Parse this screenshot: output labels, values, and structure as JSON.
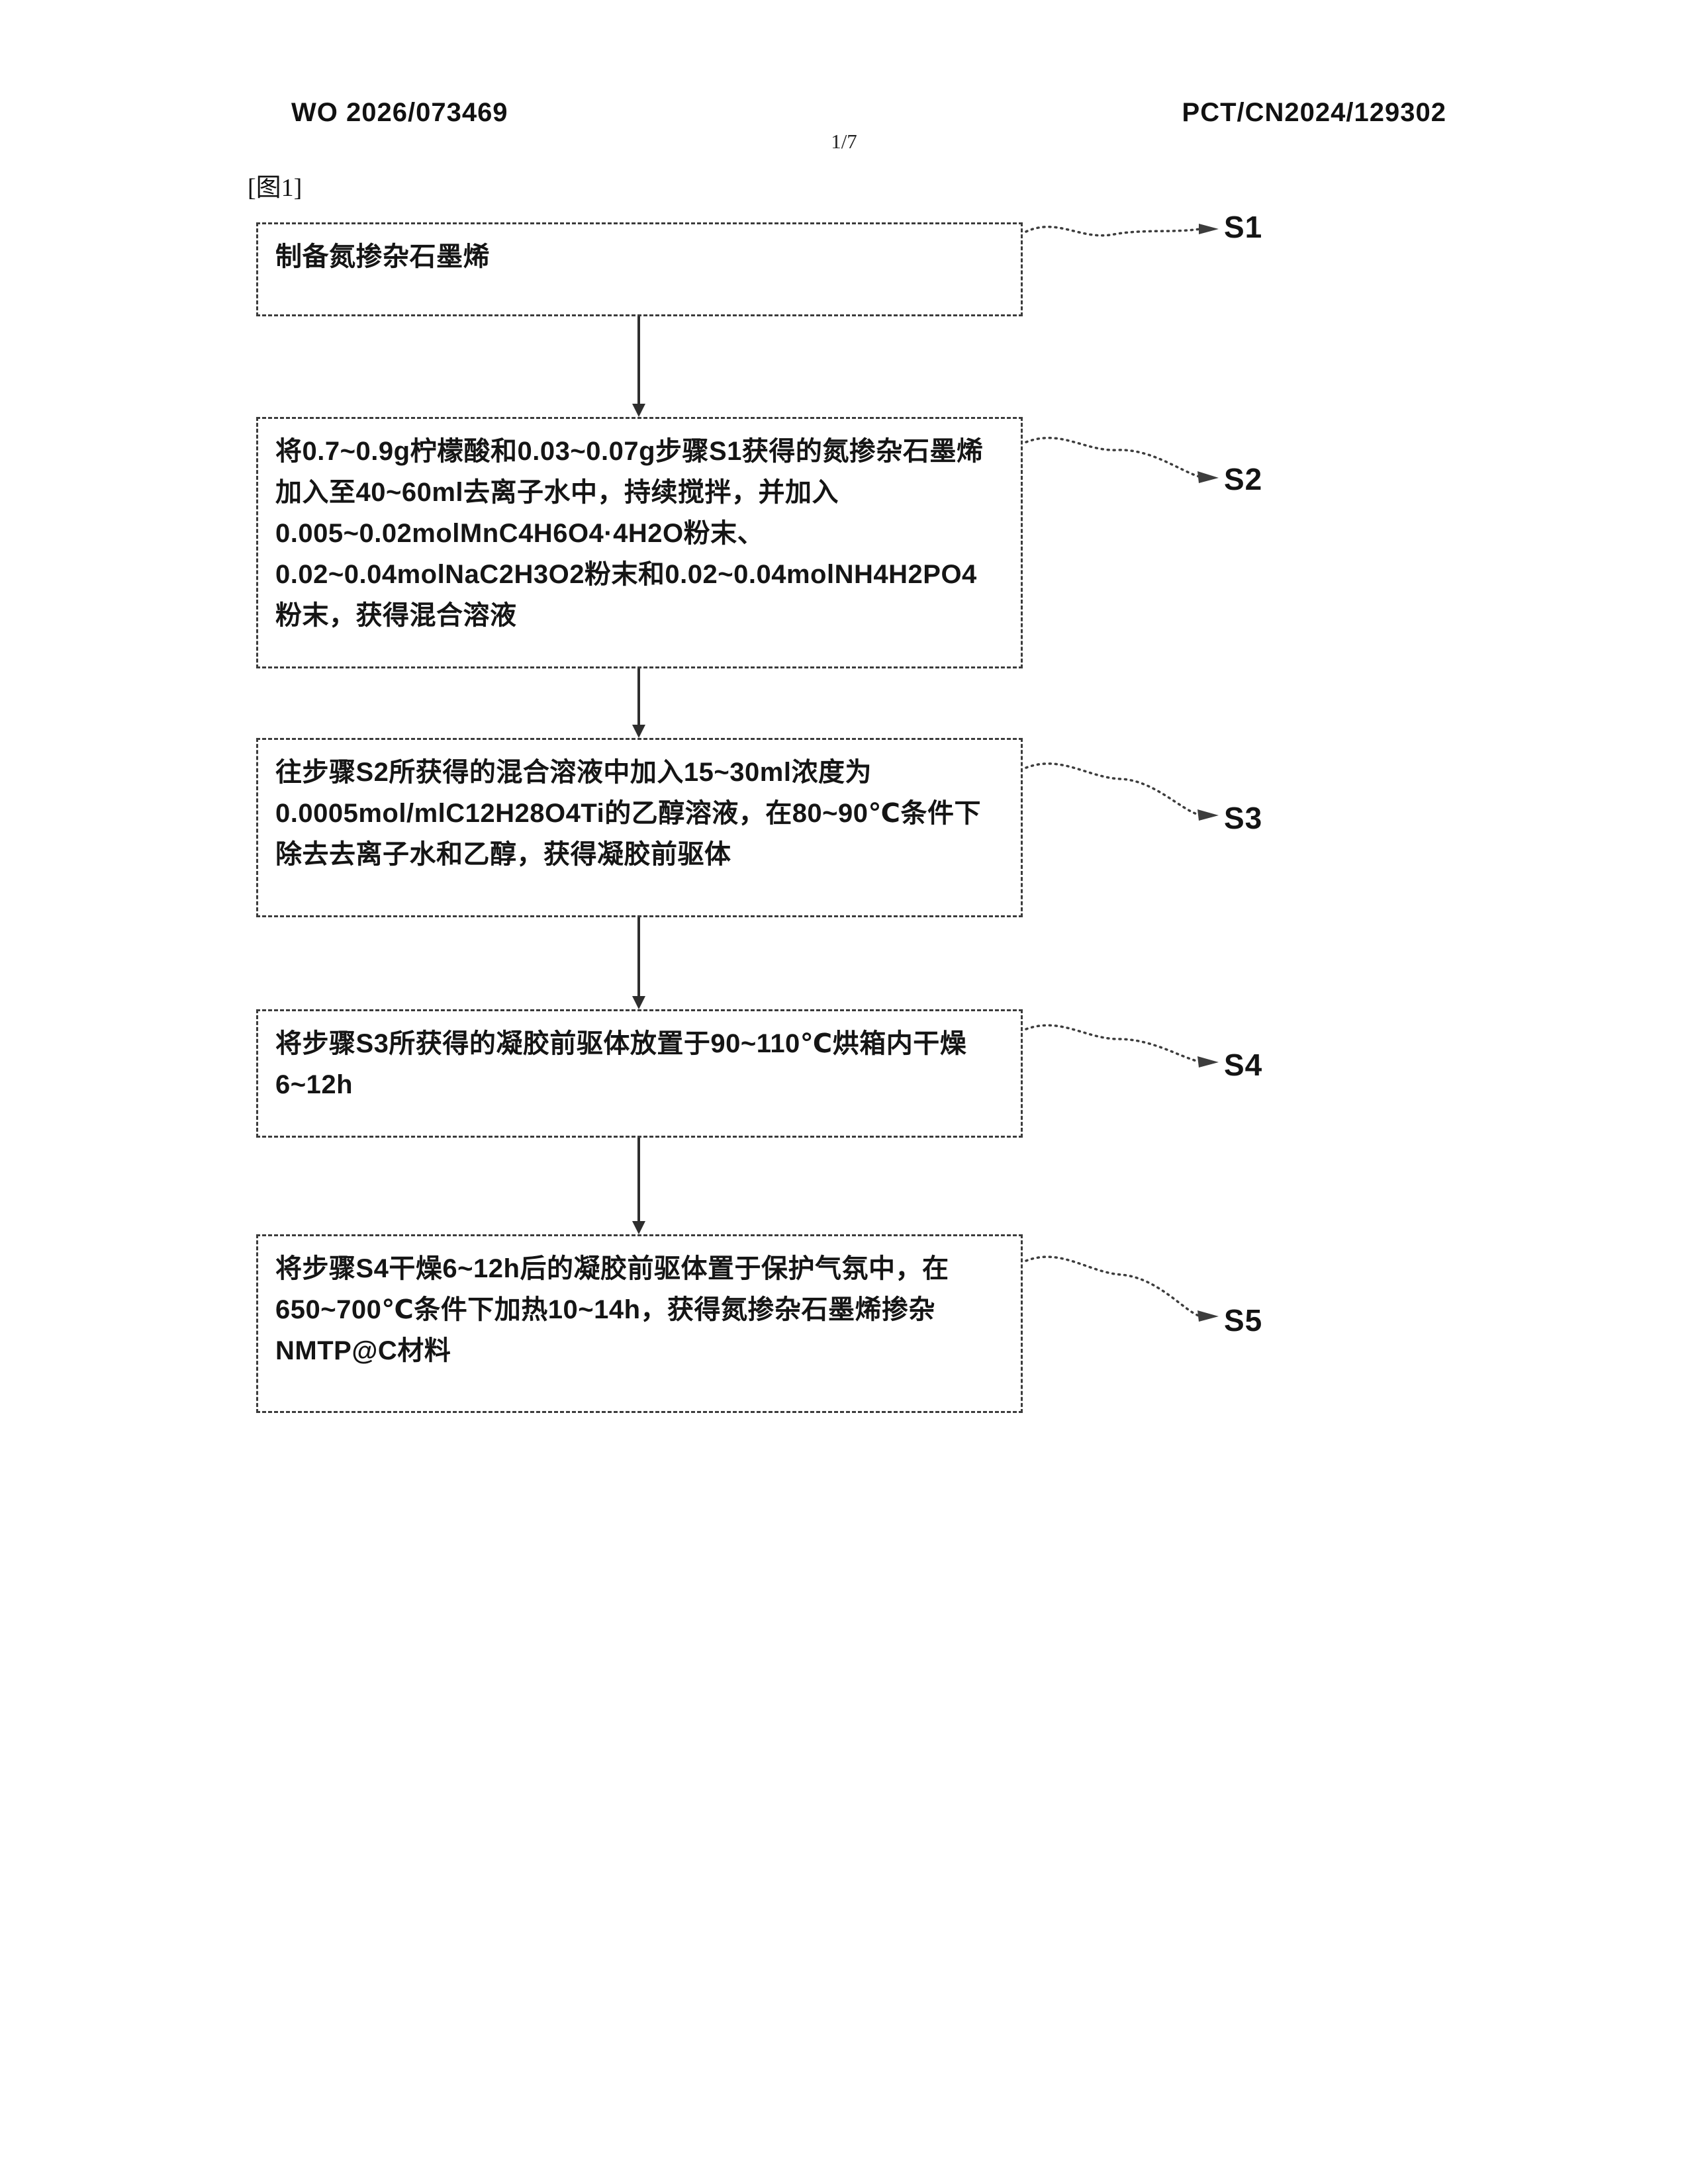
{
  "header": {
    "publication_number": "WO 2026/073469",
    "page_number": "1/7",
    "application_number": "PCT/CN2024/129302"
  },
  "figure": {
    "label": "[图1]"
  },
  "flowchart": {
    "steps": [
      {
        "label": "S1",
        "text": "制备氮掺杂石墨烯"
      },
      {
        "label": "S2",
        "text": "将0.7~0.9g柠檬酸和0.03~0.07g步骤S1获得的氮掺杂石墨烯加入至40~60ml去离子水中，持续搅拌，并加入0.005~0.02molMnC4H6O4·4H2O粉末、0.02~0.04molNaC2H3O2粉末和0.02~0.04molNH4H2PO4粉末，获得混合溶液"
      },
      {
        "label": "S3",
        "text": "往步骤S2所获得的混合溶液中加入15~30ml浓度为0.0005mol/mlC12H28O4Ti的乙醇溶液，在80~90℃条件下除去去离子水和乙醇，获得凝胶前驱体"
      },
      {
        "label": "S4",
        "text": "将步骤S3所获得的凝胶前驱体放置于90~110℃烘箱内干燥6~12h"
      },
      {
        "label": "S5",
        "text": "将步骤S4干燥6~12h后的凝胶前驱体置于保护气氛中，在650~700℃条件下加热10~14h，获得氮掺杂石墨烯掺杂NMTP@C材料"
      }
    ]
  }
}
